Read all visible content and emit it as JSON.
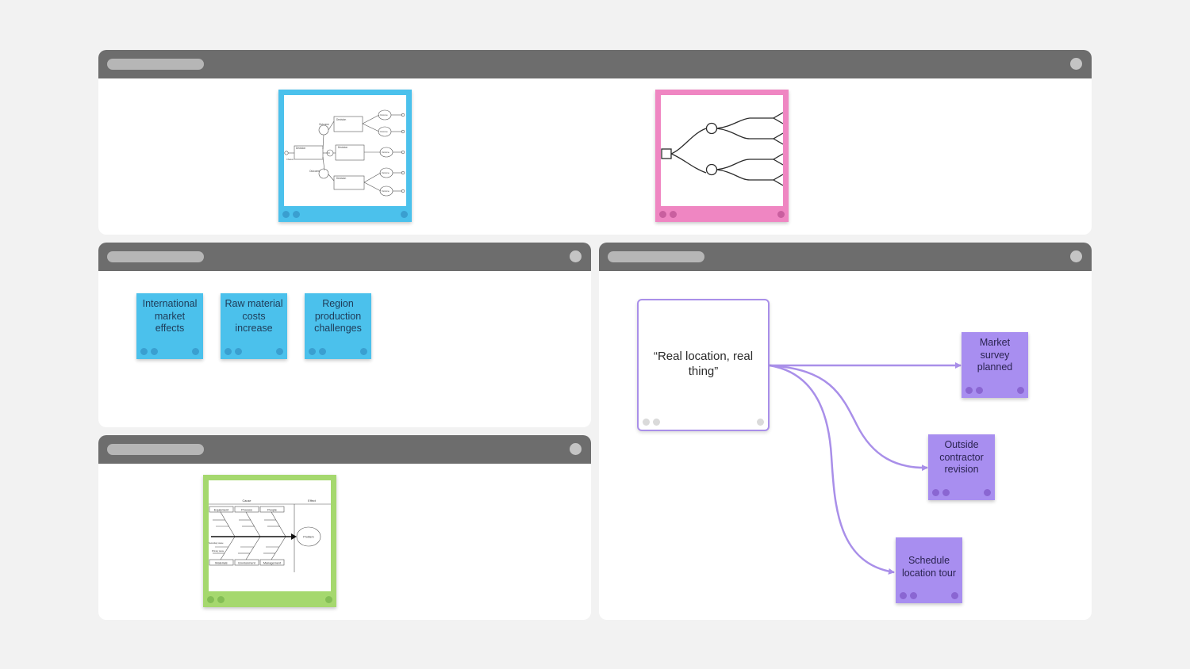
{
  "colors": {
    "canvas": "#f2f2f2",
    "panel_header": "#6d6d6d",
    "blue": "#4bc1ec",
    "pink": "#ef86c2",
    "green": "#a5d86e",
    "purple": "#a88ef0",
    "connector": "#a98fe9"
  },
  "top_panel": {
    "decision_tree_frame": {
      "icon": "decision-tree-diagram",
      "labels": {
        "decision": "Decision",
        "outcome": "Outcome",
        "decision_1": "Decision",
        "decision_2": "Decision",
        "decision_3": "Decision",
        "outcome_1": "Outcome",
        "outcome_2": "Outcome",
        "outcome_3": "Outcome",
        "outcome_4": "Outcome",
        "outcome_5": "Outcome",
        "chance": "Chance",
        "outcome_mid": "Outcome"
      }
    },
    "tree_frame": {
      "icon": "tree-shapes-diagram"
    }
  },
  "factors_panel": {
    "stickies": [
      {
        "text": "International market effects"
      },
      {
        "text": "Raw material costs increase"
      },
      {
        "text": "Region production challenges"
      }
    ]
  },
  "fishbone_panel": {
    "frame": {
      "icon": "fishbone-diagram",
      "cause": "Cause",
      "effect": "Effect",
      "problem": "Problem",
      "top_categories": [
        "Equipment",
        "Process",
        "People"
      ],
      "bottom_categories": [
        "Materials",
        "Environment",
        "Management"
      ],
      "secondary_cause": "Secondary cause",
      "primary_cause": "Primary cause"
    }
  },
  "actions_panel": {
    "quote": "“Real location, real thing”",
    "actions": [
      {
        "text": "Market survey planned"
      },
      {
        "text": "Outside contractor revision"
      },
      {
        "text": "Schedule location tour"
      }
    ]
  }
}
